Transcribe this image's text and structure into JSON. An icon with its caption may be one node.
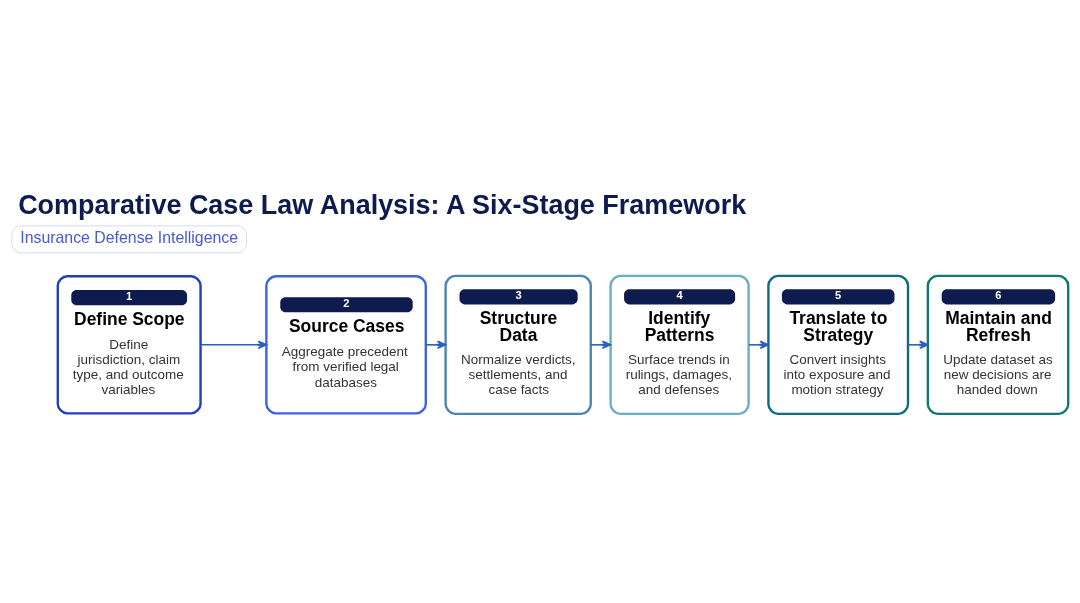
{
  "diagram": {
    "title": "Comparative Case Law Analysis: A Six-Stage Framework",
    "nodes": [
      {
        "text": [
          "1",
          "Define Scope",
          "Define jurisdiction, claim type, and outcome variables"
        ]
      },
      {
        "text": [
          "2",
          "Source Cases",
          "Aggregate precedent from verified legal databases"
        ]
      },
      {
        "text": [
          "3",
          "Structure Data",
          "Normalize verdicts, settlements, and case facts"
        ]
      },
      {
        "text": [
          "4",
          "Identify Patterns",
          "Surface trends in rulings, damages, and defenses"
        ]
      },
      {
        "text": [
          "5",
          "Translate to Strategy",
          "Convert insights into exposure and motion strategy"
        ]
      },
      {
        "text": [
          "6",
          "Maintain and Refresh",
          "Update dataset as new decisions are handed down"
        ]
      }
    ],
    "edges": [
      {
        "from": 0,
        "to": 1,
        "arrow": "to"
      },
      {
        "from": 1,
        "to": 2,
        "arrow": "to"
      },
      {
        "from": 2,
        "to": 3,
        "arrow": "to"
      },
      {
        "from": 3,
        "to": 4,
        "arrow": "to"
      },
      {
        "from": 4,
        "to": 5,
        "arrow": "to"
      }
    ],
    "labels": [
      "Insurance Defense Intelligence"
    ]
  }
}
